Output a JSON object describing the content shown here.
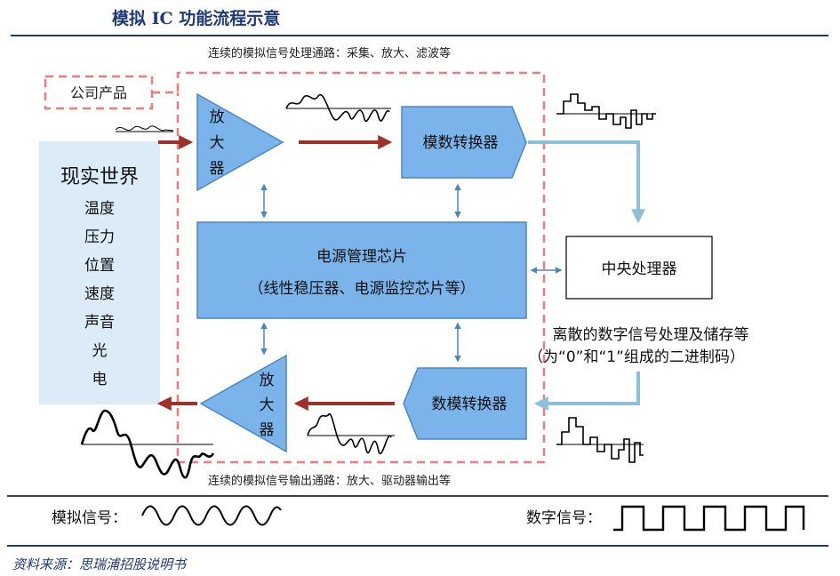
{
  "title": "模拟 IC 功能流程示意",
  "top_note": "连续的模拟信号处理通路：采集、放大、滤波等",
  "bottom_note": "连续的模拟信号输出通路：放大、驱动器输出等",
  "company_label": "公司产品",
  "real_world": {
    "title": "现实世界",
    "items": [
      "温度",
      "压力",
      "位置",
      "速度",
      "声音",
      "光",
      "电"
    ]
  },
  "amp_top": [
    "放",
    "大",
    "器"
  ],
  "amp_bottom": [
    "放",
    "大",
    "器"
  ],
  "adc": "模数转换器",
  "dac": "数模转换器",
  "pmic": {
    "line1": "电源管理芯片",
    "line2": "（线性稳压器、电源监控芯片等）"
  },
  "cpu": "中央处理器",
  "digital_note": {
    "line1": "离散的数字信号处理及储存等",
    "line2": "（为“0”和“1”组成的二进制码）"
  },
  "legend": {
    "analog": "模拟信号：",
    "digital": "数字信号："
  },
  "source": "资料来源：思瑞浦招股说明书",
  "colors": {
    "box_fill": "#7ab4ea",
    "box_stroke": "#4a86c5",
    "real_world_fill": "#dcebf8",
    "dashed_red": "#ef7b7b",
    "dark_red_arrow": "#a0302a",
    "light_blue_arrow": "#8dc0d8",
    "title_blue": "#1f3a7a"
  }
}
